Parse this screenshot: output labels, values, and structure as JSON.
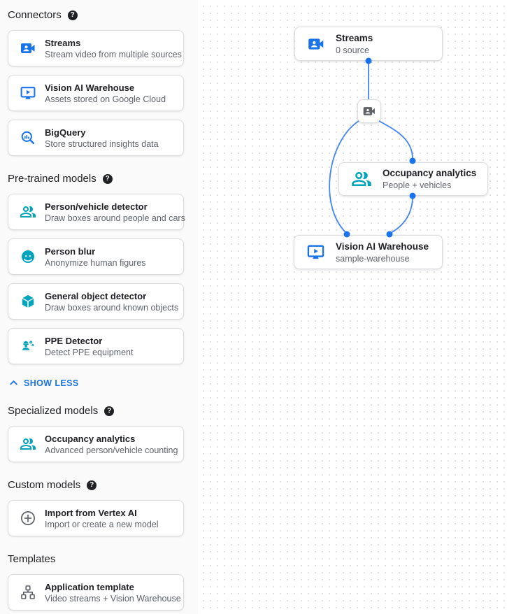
{
  "colors": {
    "blue": "#1a73e8",
    "edge_blue": "#4285f4",
    "teal": "#00a5bd",
    "gray": "#5f6368"
  },
  "sidebar": {
    "sections": [
      {
        "title": "Connectors",
        "help": true,
        "items": [
          {
            "icon": "video-camera-icon",
            "color": "blue",
            "title": "Streams",
            "subtitle": "Stream video from multiple sources"
          },
          {
            "icon": "smart-display-icon",
            "color": "blue",
            "title": "Vision AI Warehouse",
            "subtitle": "Assets stored on Google Cloud"
          },
          {
            "icon": "bigquery-icon",
            "color": "blue",
            "title": "BigQuery",
            "subtitle": "Store structured insights data"
          }
        ]
      },
      {
        "title": "Pre-trained models",
        "help": true,
        "items": [
          {
            "icon": "people-icon",
            "color": "teal",
            "title": "Person/vehicle detector",
            "subtitle": "Draw boxes around people and cars"
          },
          {
            "icon": "face-blur-icon",
            "color": "teal",
            "title": "Person blur",
            "subtitle": "Anonymize human figures"
          },
          {
            "icon": "cube-icon",
            "color": "teal",
            "title": "General object detector",
            "subtitle": "Draw boxes around known objects"
          },
          {
            "icon": "ppe-icon",
            "color": "teal",
            "title": "PPE Detector",
            "subtitle": "Detect PPE equipment"
          }
        ],
        "collapse_link": {
          "label": "SHOW LESS",
          "icon": "chevron-up-icon"
        }
      },
      {
        "title": "Specialized models",
        "help": true,
        "items": [
          {
            "icon": "people-icon",
            "color": "teal",
            "title": "Occupancy analytics",
            "subtitle": "Advanced person/vehicle counting"
          }
        ]
      },
      {
        "title": "Custom models",
        "help": true,
        "items": [
          {
            "icon": "add-circle-icon",
            "color": "gray",
            "title": "Import from Vertex AI",
            "subtitle": "Import or create a new model"
          }
        ]
      },
      {
        "title": "Templates",
        "help": false,
        "items": [
          {
            "icon": "tree-icon",
            "color": "gray",
            "title": "Application template",
            "subtitle": "Video streams + Vision Warehouse"
          }
        ]
      }
    ]
  },
  "canvas": {
    "nodes": {
      "streams": {
        "title": "Streams",
        "subtitle": "0 source",
        "icon": "video-camera-icon"
      },
      "processor": {
        "icon": "video-camera-icon"
      },
      "occupancy": {
        "title": "Occupancy analytics",
        "subtitle": "People + vehicles",
        "icon": "people-icon"
      },
      "warehouse": {
        "title": "Vision AI Warehouse",
        "subtitle": "sample-warehouse",
        "icon": "smart-display-icon"
      }
    }
  }
}
